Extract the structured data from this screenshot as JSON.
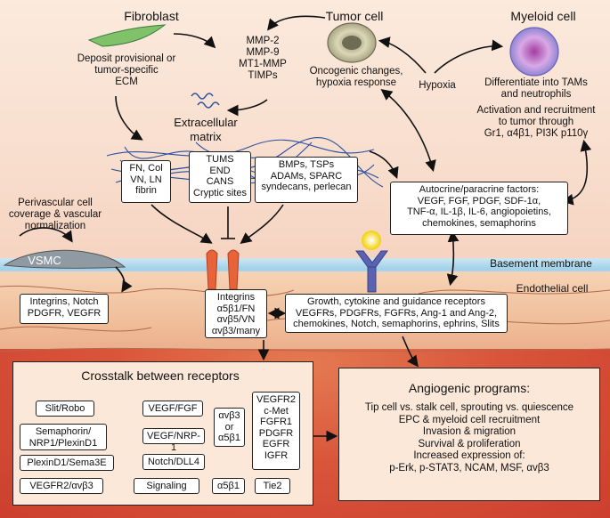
{
  "cells": {
    "fibroblast": "Fibroblast",
    "tumor_cell": "Tumor cell",
    "myeloid_cell": "Myeloid cell",
    "vsmc": "VSMC",
    "basement_membrane": "Basement membrane",
    "endothelial_cell": "Endothelial cell"
  },
  "fibroblast_note": [
    "Deposit provisional or",
    "tumor-specific",
    "ECM"
  ],
  "mmp_list": [
    "MMP-2",
    "MMP-9",
    "MT1-MMP",
    "TIMPs"
  ],
  "tumor_note": [
    "Oncogenic changes,",
    "hypoxia response"
  ],
  "hypoxia": "Hypoxia",
  "myeloid_note": [
    "Differentiate into TAMs",
    "and neutrophils"
  ],
  "myeloid_recruit": [
    "Activation and recruitment",
    "to tumor through",
    "Gr1, α4β1, PI3K p110γ"
  ],
  "ecm_title": [
    "Extracellular",
    "matrix"
  ],
  "ecm_boxes": {
    "fn_col": [
      "FN, Col",
      "VN, LN",
      "fibrin"
    ],
    "tums": [
      "TUMS",
      "END",
      "CANS",
      "Cryptic sites"
    ],
    "bmps": [
      "BMPs, TSPs",
      "ADAMs, SPARC",
      "syndecans, perlecan"
    ]
  },
  "perivascular": [
    "Perivascular cell",
    "coverage & vascular",
    "normalization"
  ],
  "autocrine": [
    "Autocrine/paracrine factors:",
    "VEGF, FGF, PDGF, SDF-1α,",
    "TNF-α, IL-1β, IL-6, angiopoietins,",
    "chemokines, semaphorins"
  ],
  "vsmc_receptors": [
    "Integrins, Notch",
    "PDGFR, VEGFR"
  ],
  "integrins": [
    "Integrins",
    "α5β1/FN",
    "αvβ5/VN",
    "αvβ3/many"
  ],
  "growth_receptors": [
    "Growth, cytokine and guidance receptors",
    "VEGFRs, PDGFRs, FGFRs, Ang-1 and Ang-2,",
    "chemokines, Notch, semaphorins, ephrins, Slits"
  ],
  "crosstalk": {
    "title": "Crosstalk between receptors",
    "left": [
      "Slit/Robo",
      "Semaphorin/ NRP1/PlexinD1",
      "PlexinD1/Sema3E",
      "VEGFR2/αvβ3"
    ],
    "mid": [
      "VEGF/FGF",
      "VEGF/NRP-1",
      "Notch/DLL4",
      "Signaling"
    ],
    "integrin_or": [
      "αvβ3",
      "or",
      "α5β1"
    ],
    "a5b1": "α5β1",
    "tie2": "Tie2",
    "receptor_list": [
      "VEGFR2",
      "c-Met",
      "FGFR1",
      "PDGFR",
      "EGFR",
      "IGFR"
    ]
  },
  "angiogenic": {
    "title": "Angiogenic programs:",
    "lines": [
      "Tip cell vs. stalk cell, sprouting vs. quiescence",
      "EPC & myeloid cell recruitment",
      "Invasion & migration",
      "Survival & proliferation",
      "Increased expression of:",
      "p-Erk, p-STAT3, NCAM, MSF, αvβ3"
    ]
  }
}
